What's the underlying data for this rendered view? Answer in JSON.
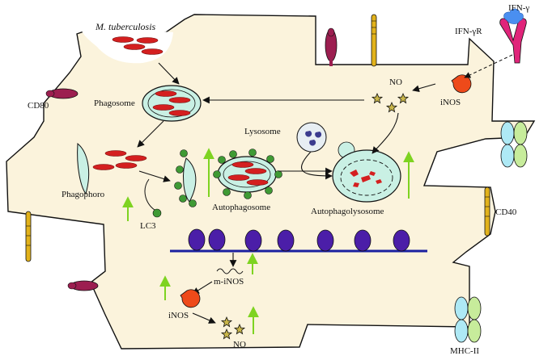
{
  "labels": {
    "mtb": "M. tuberculosis",
    "ifng": "IFN-γ",
    "ifngr": "IFN-γR",
    "cd80": "CD80",
    "phagosome": "Phagosome",
    "no_top": "NO",
    "inos_top": "iNOS",
    "lysosome": "Lysosome",
    "phagophoro": "Phagophoro",
    "lc3": "LC3",
    "autophagosome": "Autophagosome",
    "autophagolysosome": "Autophagolysosome",
    "cd40": "CD40",
    "m_inos": "m-iNOS",
    "inos_bottom": "iNOS",
    "no_bottom": "NO",
    "mhc2": "MHC-II"
  },
  "colors": {
    "cell_fill": "#fbf3dc",
    "vesicle_fill": "#c9f0e4",
    "bacteria": "#d41f1f",
    "up_arrow": "#7ed321",
    "nucleosome": "#4b1ea8",
    "dna": "#1a1fa0",
    "receptor_dark": "#9c1e50",
    "receptor_magenta": "#e0247a",
    "receptor_yellow": "#e2b21b",
    "inos": "#ee4a1a",
    "no_star": "#c9b64a",
    "lc3_dot": "#3f9a34",
    "ifng": "#4a8ff0",
    "mhc_cyan": "#aee9f5",
    "mhc_green": "#c7ec9b",
    "lysosome_fill": "#e7eef3",
    "lysosome_dots": "#3b3b8e"
  }
}
